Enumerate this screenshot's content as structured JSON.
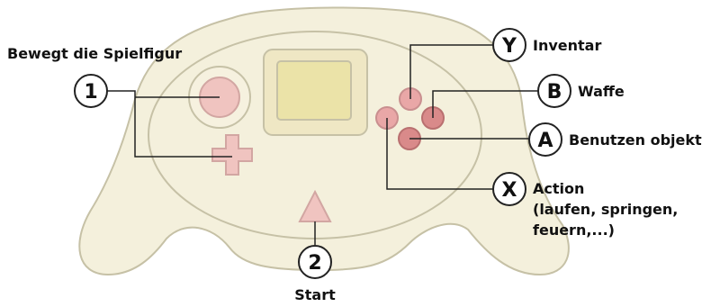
{
  "labels": {
    "move": "Bewegt die Spielfigur",
    "start": "Start",
    "y": "Inventar",
    "b": "Waffe",
    "a": "Benutzen objekt",
    "x_line1": "Action",
    "x_line2": "(laufen, springen,",
    "x_line3": "feuern,...)"
  },
  "markers": {
    "one": "1",
    "two": "2",
    "y": "Y",
    "b": "B",
    "a": "A",
    "x": "X"
  },
  "colors": {
    "controller_fill": "#f4f0dc",
    "controller_stroke": "#c6c1a6",
    "screen_fill": "#ebe3a8",
    "button_fill": "#e9a7a7",
    "button_dark": "#d98a8a",
    "line": "#222222"
  }
}
